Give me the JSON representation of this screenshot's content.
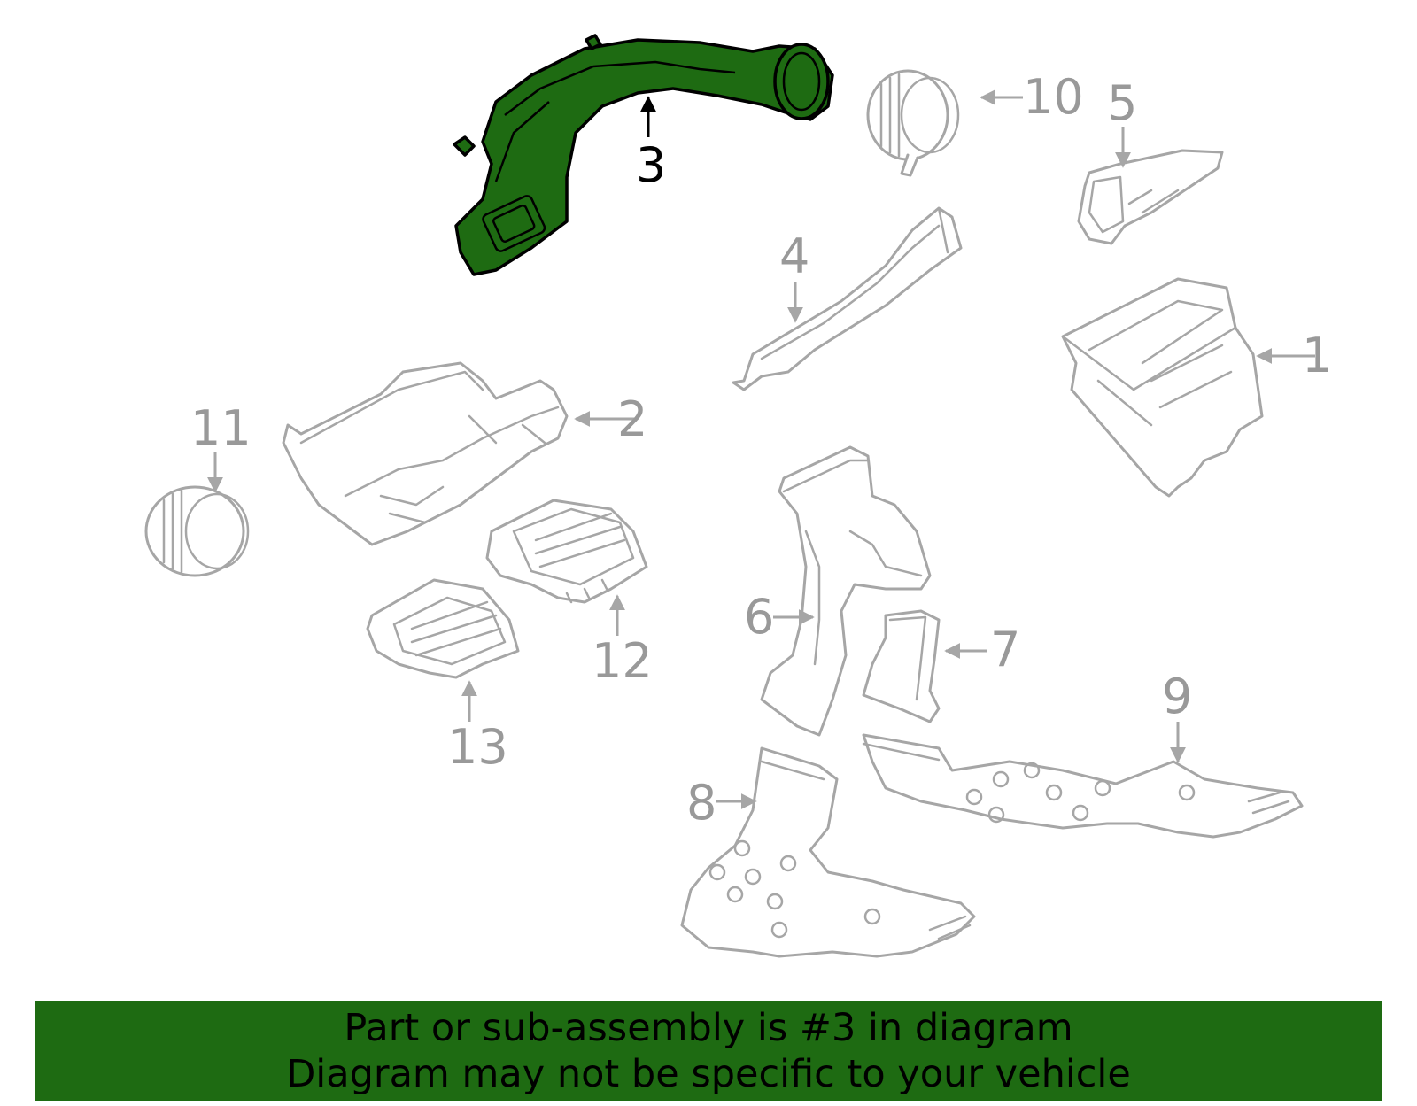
{
  "diagram": {
    "highlight_color": "#1e6b12",
    "selected_part": "3",
    "callouts": [
      {
        "id": "1",
        "label": "1"
      },
      {
        "id": "2",
        "label": "2"
      },
      {
        "id": "3",
        "label": "3"
      },
      {
        "id": "4",
        "label": "4"
      },
      {
        "id": "5",
        "label": "5"
      },
      {
        "id": "6",
        "label": "6"
      },
      {
        "id": "7",
        "label": "7"
      },
      {
        "id": "8",
        "label": "8"
      },
      {
        "id": "9",
        "label": "9"
      },
      {
        "id": "10",
        "label": "10"
      },
      {
        "id": "11",
        "label": "11"
      },
      {
        "id": "12",
        "label": "12"
      },
      {
        "id": "13",
        "label": "13"
      }
    ]
  },
  "banner": {
    "line1": "Part or sub-assembly is #3 in diagram",
    "line2": "Diagram may not be specific to your vehicle"
  }
}
